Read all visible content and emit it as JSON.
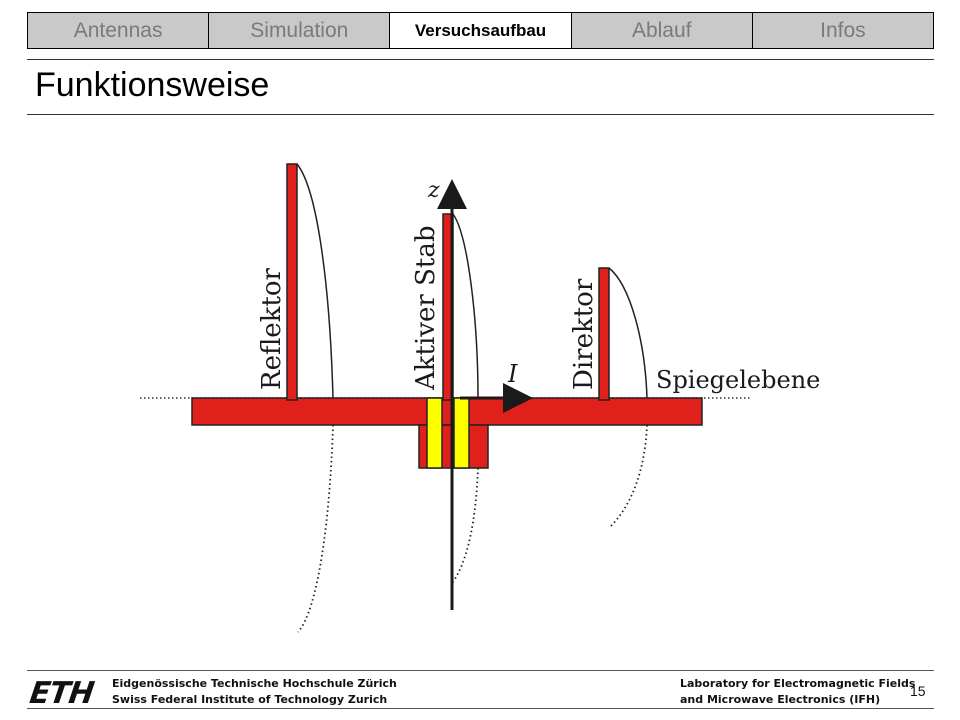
{
  "nav": {
    "tabs": [
      {
        "label": "Antennas",
        "active": false
      },
      {
        "label": "Simulation",
        "active": false
      },
      {
        "label": "Versuchsaufbau",
        "active": true
      },
      {
        "label": "Ablauf",
        "active": false
      },
      {
        "label": "Infos",
        "active": false
      }
    ]
  },
  "page_title": "Funktionsweise",
  "diagram": {
    "labels": {
      "reflector": "Reflektor",
      "active_rod": "Aktiver Stab",
      "director": "Direktor",
      "mirror_plane": "Spiegelebene",
      "axis_z": "z",
      "current": "I"
    },
    "colors": {
      "element_fill": "#e0201b",
      "feed_fill": "#ffff00",
      "outline": "#222222"
    }
  },
  "footer": {
    "logo": "ETH",
    "institution_line1": "Eidgenössische Technische Hochschule Zürich",
    "institution_line2": "Swiss Federal Institute of Technology Zurich",
    "lab_line1": "Laboratory for Electromagnetic Fields",
    "lab_line2": "and Microwave Electronics (IFH)",
    "page_number": "15"
  }
}
